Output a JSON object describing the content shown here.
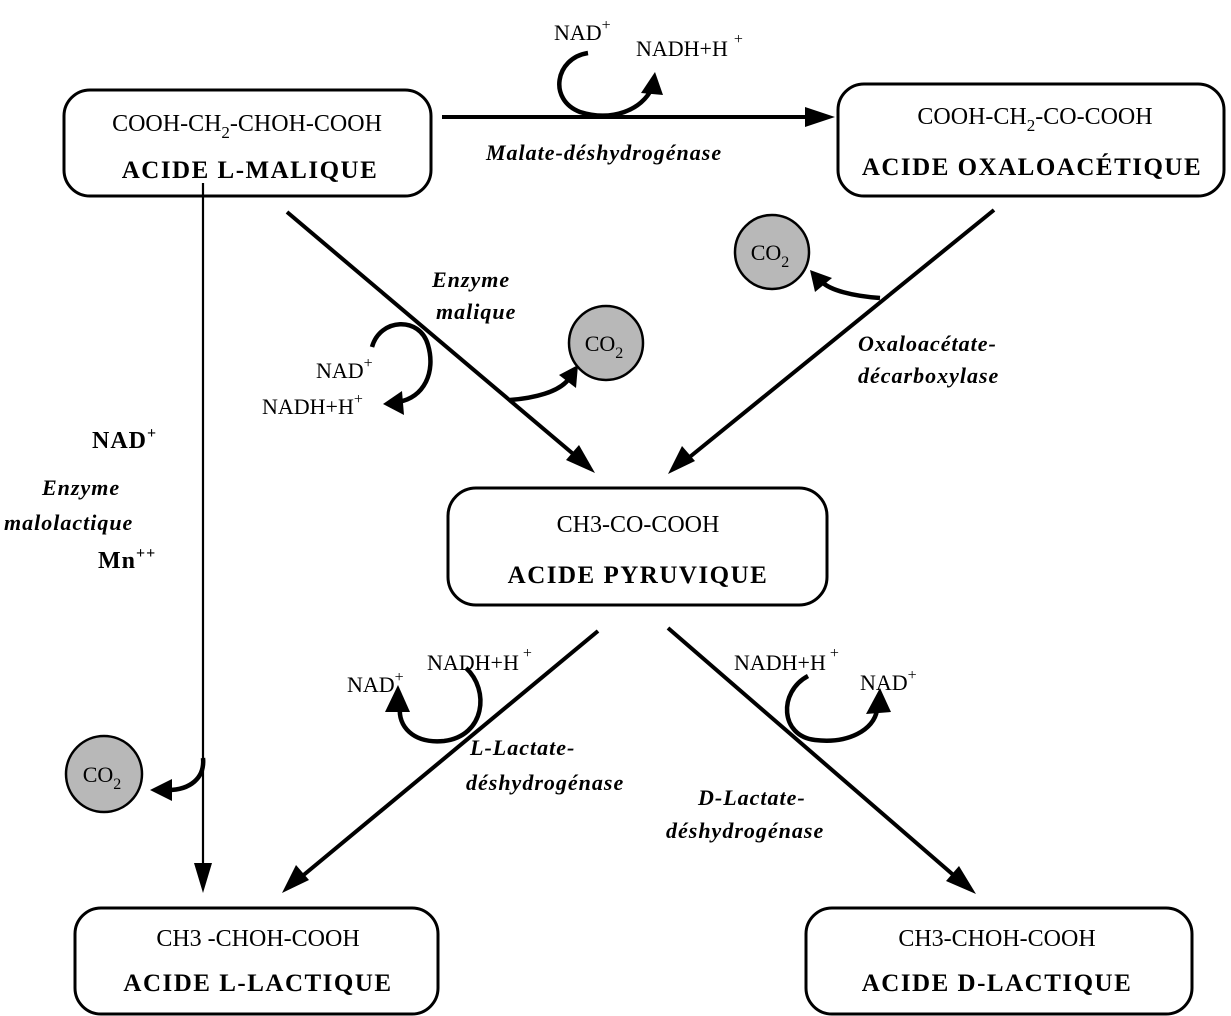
{
  "compounds": {
    "malique": {
      "formula": "COOH-CH",
      "formula_sub": "2",
      "formula_rest": "-CHOH-COOH",
      "name": "ACIDE  L-MALIQUE"
    },
    "oxaloacetique": {
      "formula": "COOH-CH",
      "formula_sub": "2",
      "formula_rest": "-CO-COOH",
      "name": "ACIDE  OXALOACÉTIQUE"
    },
    "pyruvique": {
      "formula": "CH3-CO-COOH",
      "name": "ACIDE  PYRUVIQUE"
    },
    "l_lactique": {
      "formula": "CH3 -CHOH-COOH",
      "name": "ACIDE  L-LACTIQUE"
    },
    "d_lactique": {
      "formula": "CH3-CHOH-COOH",
      "name": "ACIDE  D-LACTIQUE"
    }
  },
  "enzymes": {
    "malate_dh": "Malate-déshydrogénase",
    "enzyme_malique_1": "Enzyme",
    "enzyme_malique_2": "malique",
    "oxaloacetate_1": "Oxaloacétate-",
    "oxaloacetate_2": "décarboxylase",
    "malolactique_1": "Enzyme",
    "malolactique_2": "malolactique",
    "l_lactate_1": "L-Lactate-",
    "l_lactate_2": "déshydrogénase",
    "d_lactate_1": "D-Lactate-",
    "d_lactate_2": "déshydrogénase"
  },
  "cofactors": {
    "nad": "NAD",
    "nadh": "NADH+H",
    "plus": "+",
    "mn": "Mn",
    "mn_charge": "++",
    "co2": "CO",
    "co2_sub": "2"
  }
}
